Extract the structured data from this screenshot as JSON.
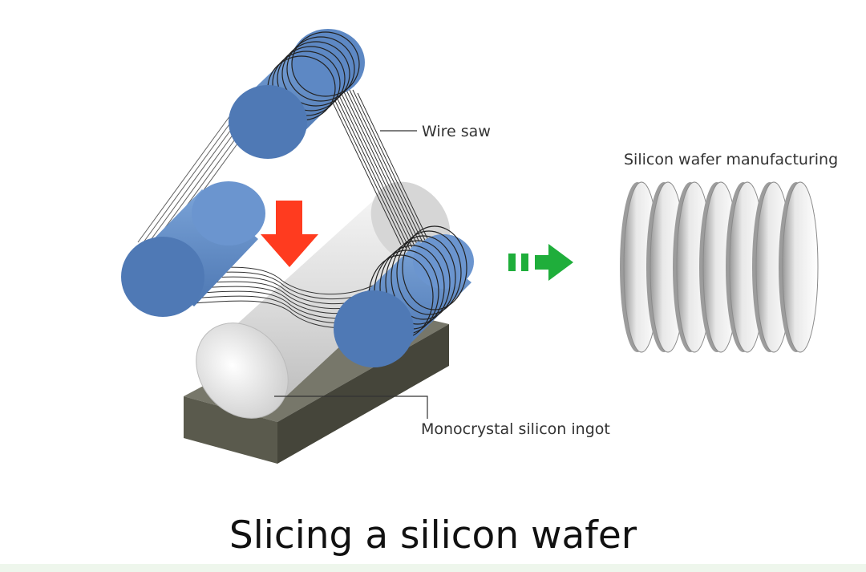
{
  "labels": {
    "wire_saw": "Wire saw",
    "wafer_manufacturing": "Silicon wafer manufacturing",
    "ingot": "Monocrystal silicon ingot"
  },
  "title": "Slicing a silicon wafer",
  "colors": {
    "roller_blue": "#5b86c2",
    "press_arrow": "#ff3b1f",
    "flow_arrow": "#1fae3b",
    "base_block": "#5f5f50",
    "ingot_silver": "#e2e2e2",
    "band": "#eef6ec"
  },
  "wafer_count": 7
}
